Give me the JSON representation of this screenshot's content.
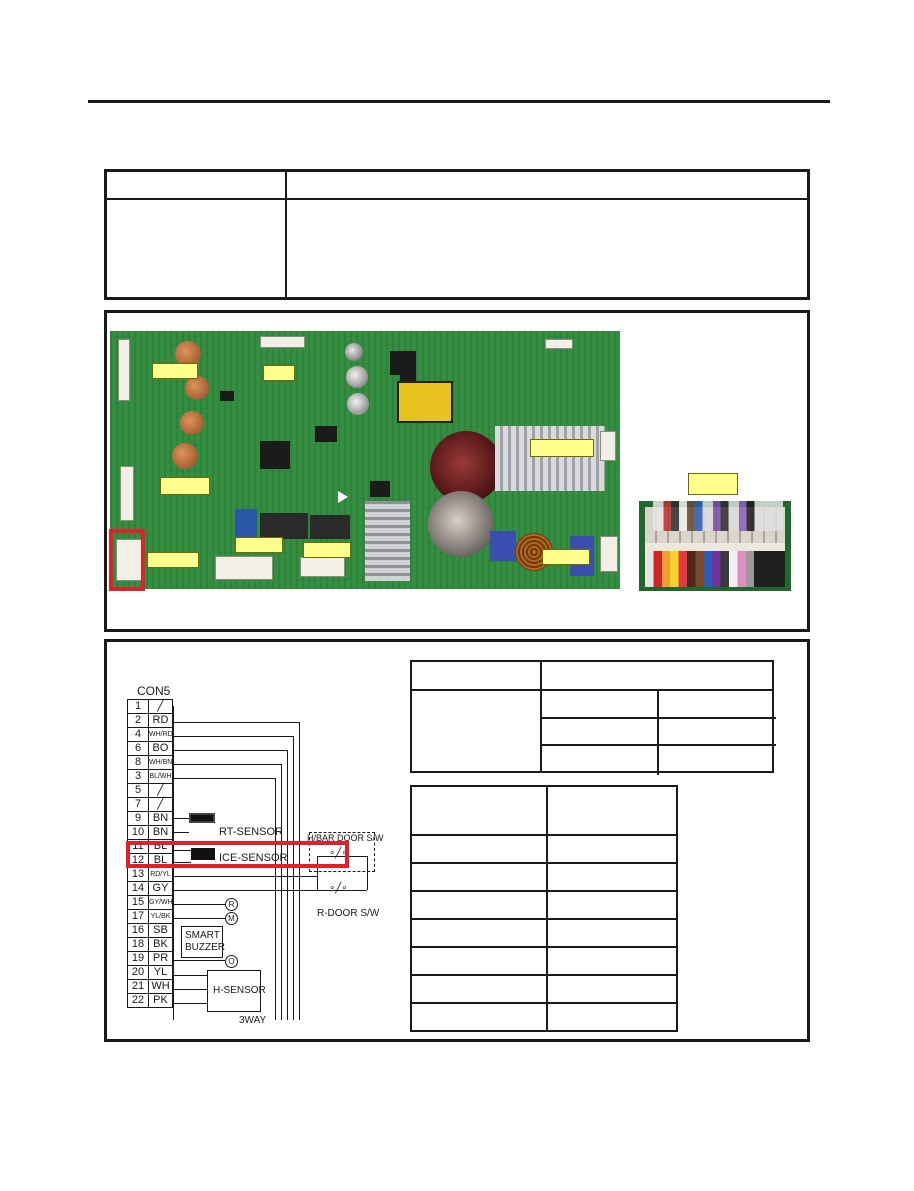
{
  "schematic": {
    "connector_title": "CON5",
    "pins": [
      {
        "pin": "1",
        "wire": "╱"
      },
      {
        "pin": "2",
        "wire": "RD"
      },
      {
        "pin": "4",
        "wire": "WH/RD"
      },
      {
        "pin": "6",
        "wire": "BO"
      },
      {
        "pin": "8",
        "wire": "WH/BN"
      },
      {
        "pin": "3",
        "wire": "BL/WH"
      },
      {
        "pin": "5",
        "wire": "╱"
      },
      {
        "pin": "7",
        "wire": "╱"
      },
      {
        "pin": "9",
        "wire": "BN"
      },
      {
        "pin": "10",
        "wire": "BN"
      },
      {
        "pin": "11",
        "wire": "BL"
      },
      {
        "pin": "12",
        "wire": "BL"
      },
      {
        "pin": "13",
        "wire": "RD/YL"
      },
      {
        "pin": "14",
        "wire": "GY"
      },
      {
        "pin": "15",
        "wire": "GY/WH"
      },
      {
        "pin": "17",
        "wire": "YL/BK"
      },
      {
        "pin": "16",
        "wire": "SB"
      },
      {
        "pin": "18",
        "wire": "BK"
      },
      {
        "pin": "19",
        "wire": "PR"
      },
      {
        "pin": "20",
        "wire": "YL"
      },
      {
        "pin": "21",
        "wire": "WH"
      },
      {
        "pin": "22",
        "wire": "PK"
      }
    ],
    "rt_sensor": "RT-SENSOR",
    "ice_sensor": "ICE-SENSOR",
    "hbar_door_sw": "H/BAR DOOR S/W",
    "r_door_sw": "R-DOOR S/W",
    "smart_buzzer_line1": "SMART",
    "smart_buzzer_line2": "BUZZER",
    "h_sensor": "H-SENSOR",
    "threeway": "3WAY",
    "symbol_r": "R",
    "symbol_m": "M",
    "symbol_o": "O"
  },
  "colors": {
    "highlight": "#e0212a",
    "pcb_green": "#2f8a3c",
    "label_yellow": "#ffff8c"
  }
}
